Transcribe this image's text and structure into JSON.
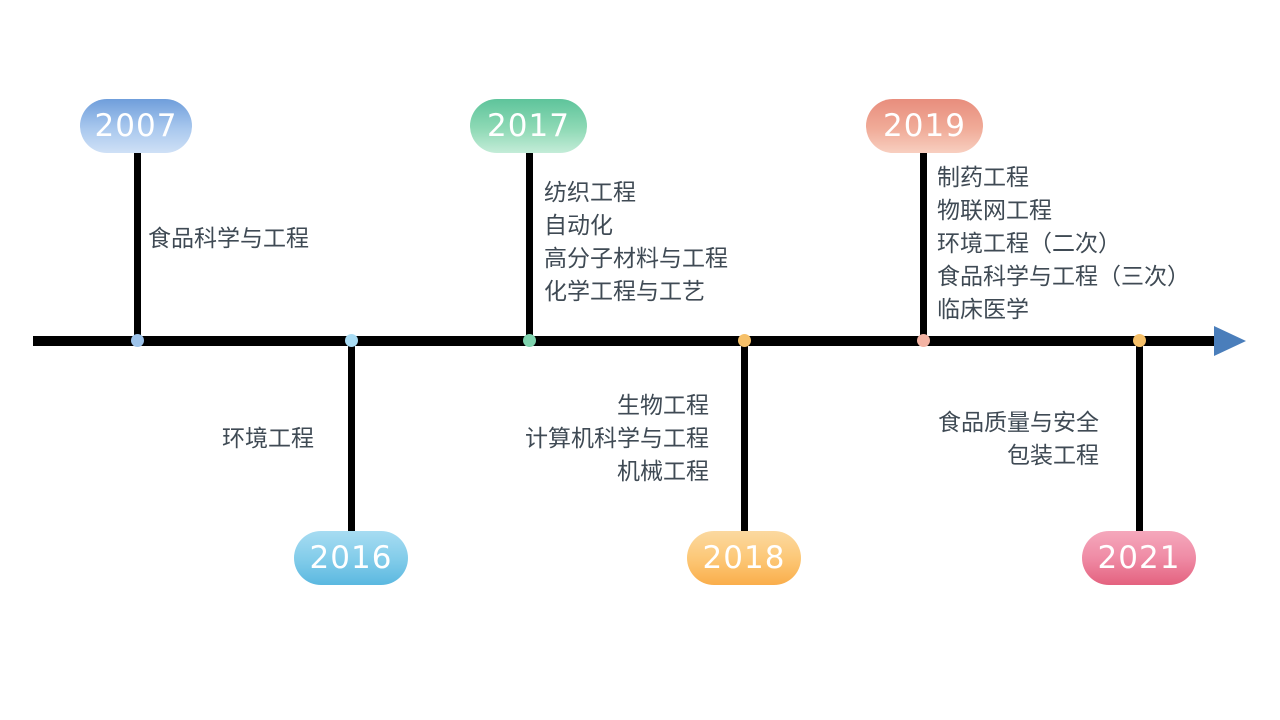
{
  "diagram": {
    "type": "timeline",
    "orientation": "horizontal",
    "axis": {
      "color": "#000000",
      "arrow_color": "#4a7ebb",
      "arrow_direction": "right"
    },
    "text_color": "#3f4a54",
    "events": [
      {
        "year": "2007",
        "side": "above",
        "align": "left",
        "pill_colors": [
          "#6f9edb",
          "#cfe0f6"
        ],
        "dot_color": "#9dc3ea",
        "items": [
          "食品科学与工程"
        ]
      },
      {
        "year": "2016",
        "side": "below",
        "align": "right",
        "pill_colors": [
          "#a7dcf2",
          "#5bb8e0"
        ],
        "dot_color": "#a9dcf4",
        "items": [
          "环境工程"
        ]
      },
      {
        "year": "2017",
        "side": "above",
        "align": "left",
        "pill_colors": [
          "#5ec49b",
          "#c4ecd8"
        ],
        "dot_color": "#7fd3ae",
        "items": [
          "纺织工程",
          "自动化",
          "高分子材料与工程",
          "化学工程与工艺"
        ]
      },
      {
        "year": "2018",
        "side": "below",
        "align": "right",
        "pill_colors": [
          "#fbd9a0",
          "#faae4b"
        ],
        "dot_color": "#f6c069",
        "items": [
          "生物工程",
          "计算机科学与工程",
          "机械工程"
        ]
      },
      {
        "year": "2019",
        "side": "above",
        "align": "left",
        "pill_colors": [
          "#e88d7d",
          "#f8cfc0"
        ],
        "dot_color": "#f3b3a3",
        "items": [
          "制药工程",
          "物联网工程",
          "环境工程（二次）",
          "食品科学与工程（三次）",
          "临床医学"
        ]
      },
      {
        "year": "2021",
        "side": "below",
        "align": "right",
        "pill_colors": [
          "#f5a8bc",
          "#e4627f"
        ],
        "dot_color": "#f6c069",
        "items": [
          "食品质量与安全",
          "包装工程"
        ]
      }
    ]
  }
}
